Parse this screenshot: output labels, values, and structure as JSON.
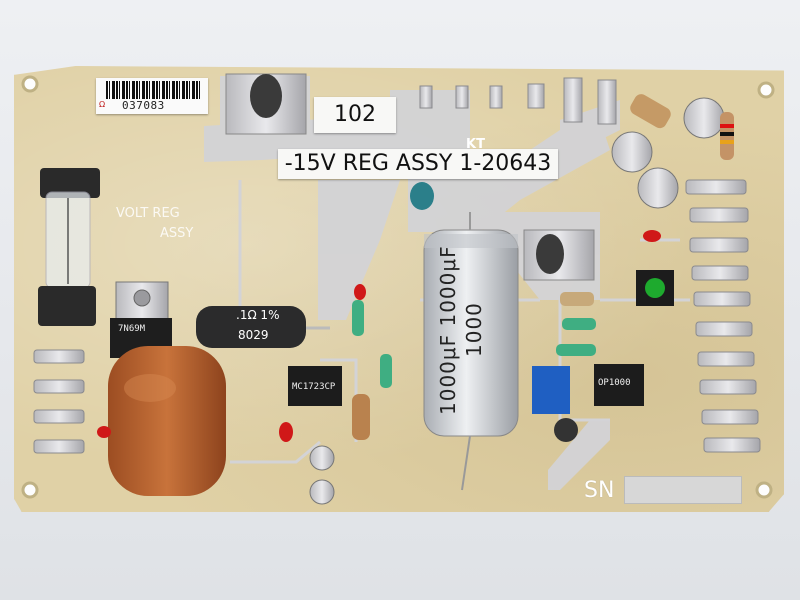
{
  "labels": {
    "board_number": "102",
    "assembly": "-15V REG ASSY 1-20643",
    "barcode_number": "037083",
    "barcode_mark": "Ω",
    "logo": "KT",
    "serial_prefix": "SN"
  },
  "silkscreen": {
    "volt_reg": "VOLT REG",
    "assy": "ASSY"
  },
  "component_markings": {
    "electrolytic_cap": "1000μF 1000μF 1000",
    "power_resistor_top": ".1Ω 1%",
    "power_resistor_bottom": "8029",
    "ic_left": "MC1723CP",
    "ic_right": "OP1000",
    "transistor_left": "7N69M"
  },
  "colors": {
    "board": "#e0d1a6",
    "trace": "#d0d0d2",
    "label_bg": "#f8f8f6",
    "film_cap": "#b5602b",
    "electrolytic": "#cfd2d6",
    "led": "#1eaa2e"
  }
}
